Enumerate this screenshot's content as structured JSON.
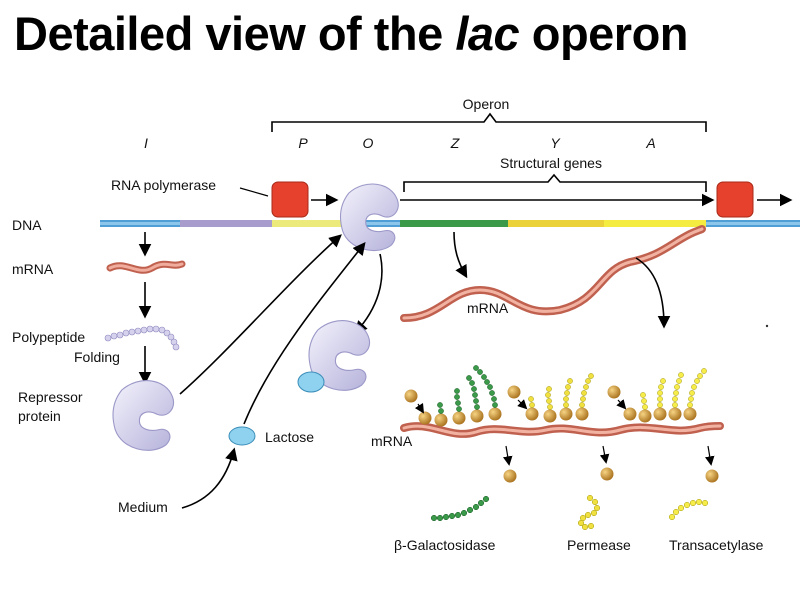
{
  "title": {
    "prefix": "Detailed view of the ",
    "italic": "lac",
    "suffix": " operon"
  },
  "brackets": {
    "operon": "Operon",
    "structural_genes": "Structural genes"
  },
  "genes": [
    "I",
    "P",
    "O",
    "Z",
    "Y",
    "A"
  ],
  "labels": {
    "rna_polymerase": "RNA polymerase",
    "dna": "DNA",
    "mrna_left": "mRNA",
    "polypeptide": "Polypeptide",
    "folding": "Folding",
    "repressor_line1": "Repressor",
    "repressor_line2": "protein",
    "lactose": "Lactose",
    "medium": "Medium",
    "mrna_top": "mRNA",
    "mrna_bottom": "mRNA"
  },
  "products": {
    "galactosidase": "β-Galactosidase",
    "permease": "Permease",
    "transacetylase": "Transacetylase"
  },
  "colors": {
    "dna_blue": "#4f9fd6",
    "gene_i": "#a89ccd",
    "promoter": "#ecea7a",
    "gene_z": "#3a9a4a",
    "gene_y": "#ecd23a",
    "gene_a": "#f4ec40",
    "mrna": "#e58f7d",
    "polymerase": "#e5412c",
    "repressor": "#dcdaf2",
    "lactose": "#8fd2f0",
    "ribosome": "#d8a03a",
    "galactosidase_beads": "#3a9a4a",
    "permease_beads": "#f0e040",
    "transacetylase_beads": "#f6ec4a"
  }
}
